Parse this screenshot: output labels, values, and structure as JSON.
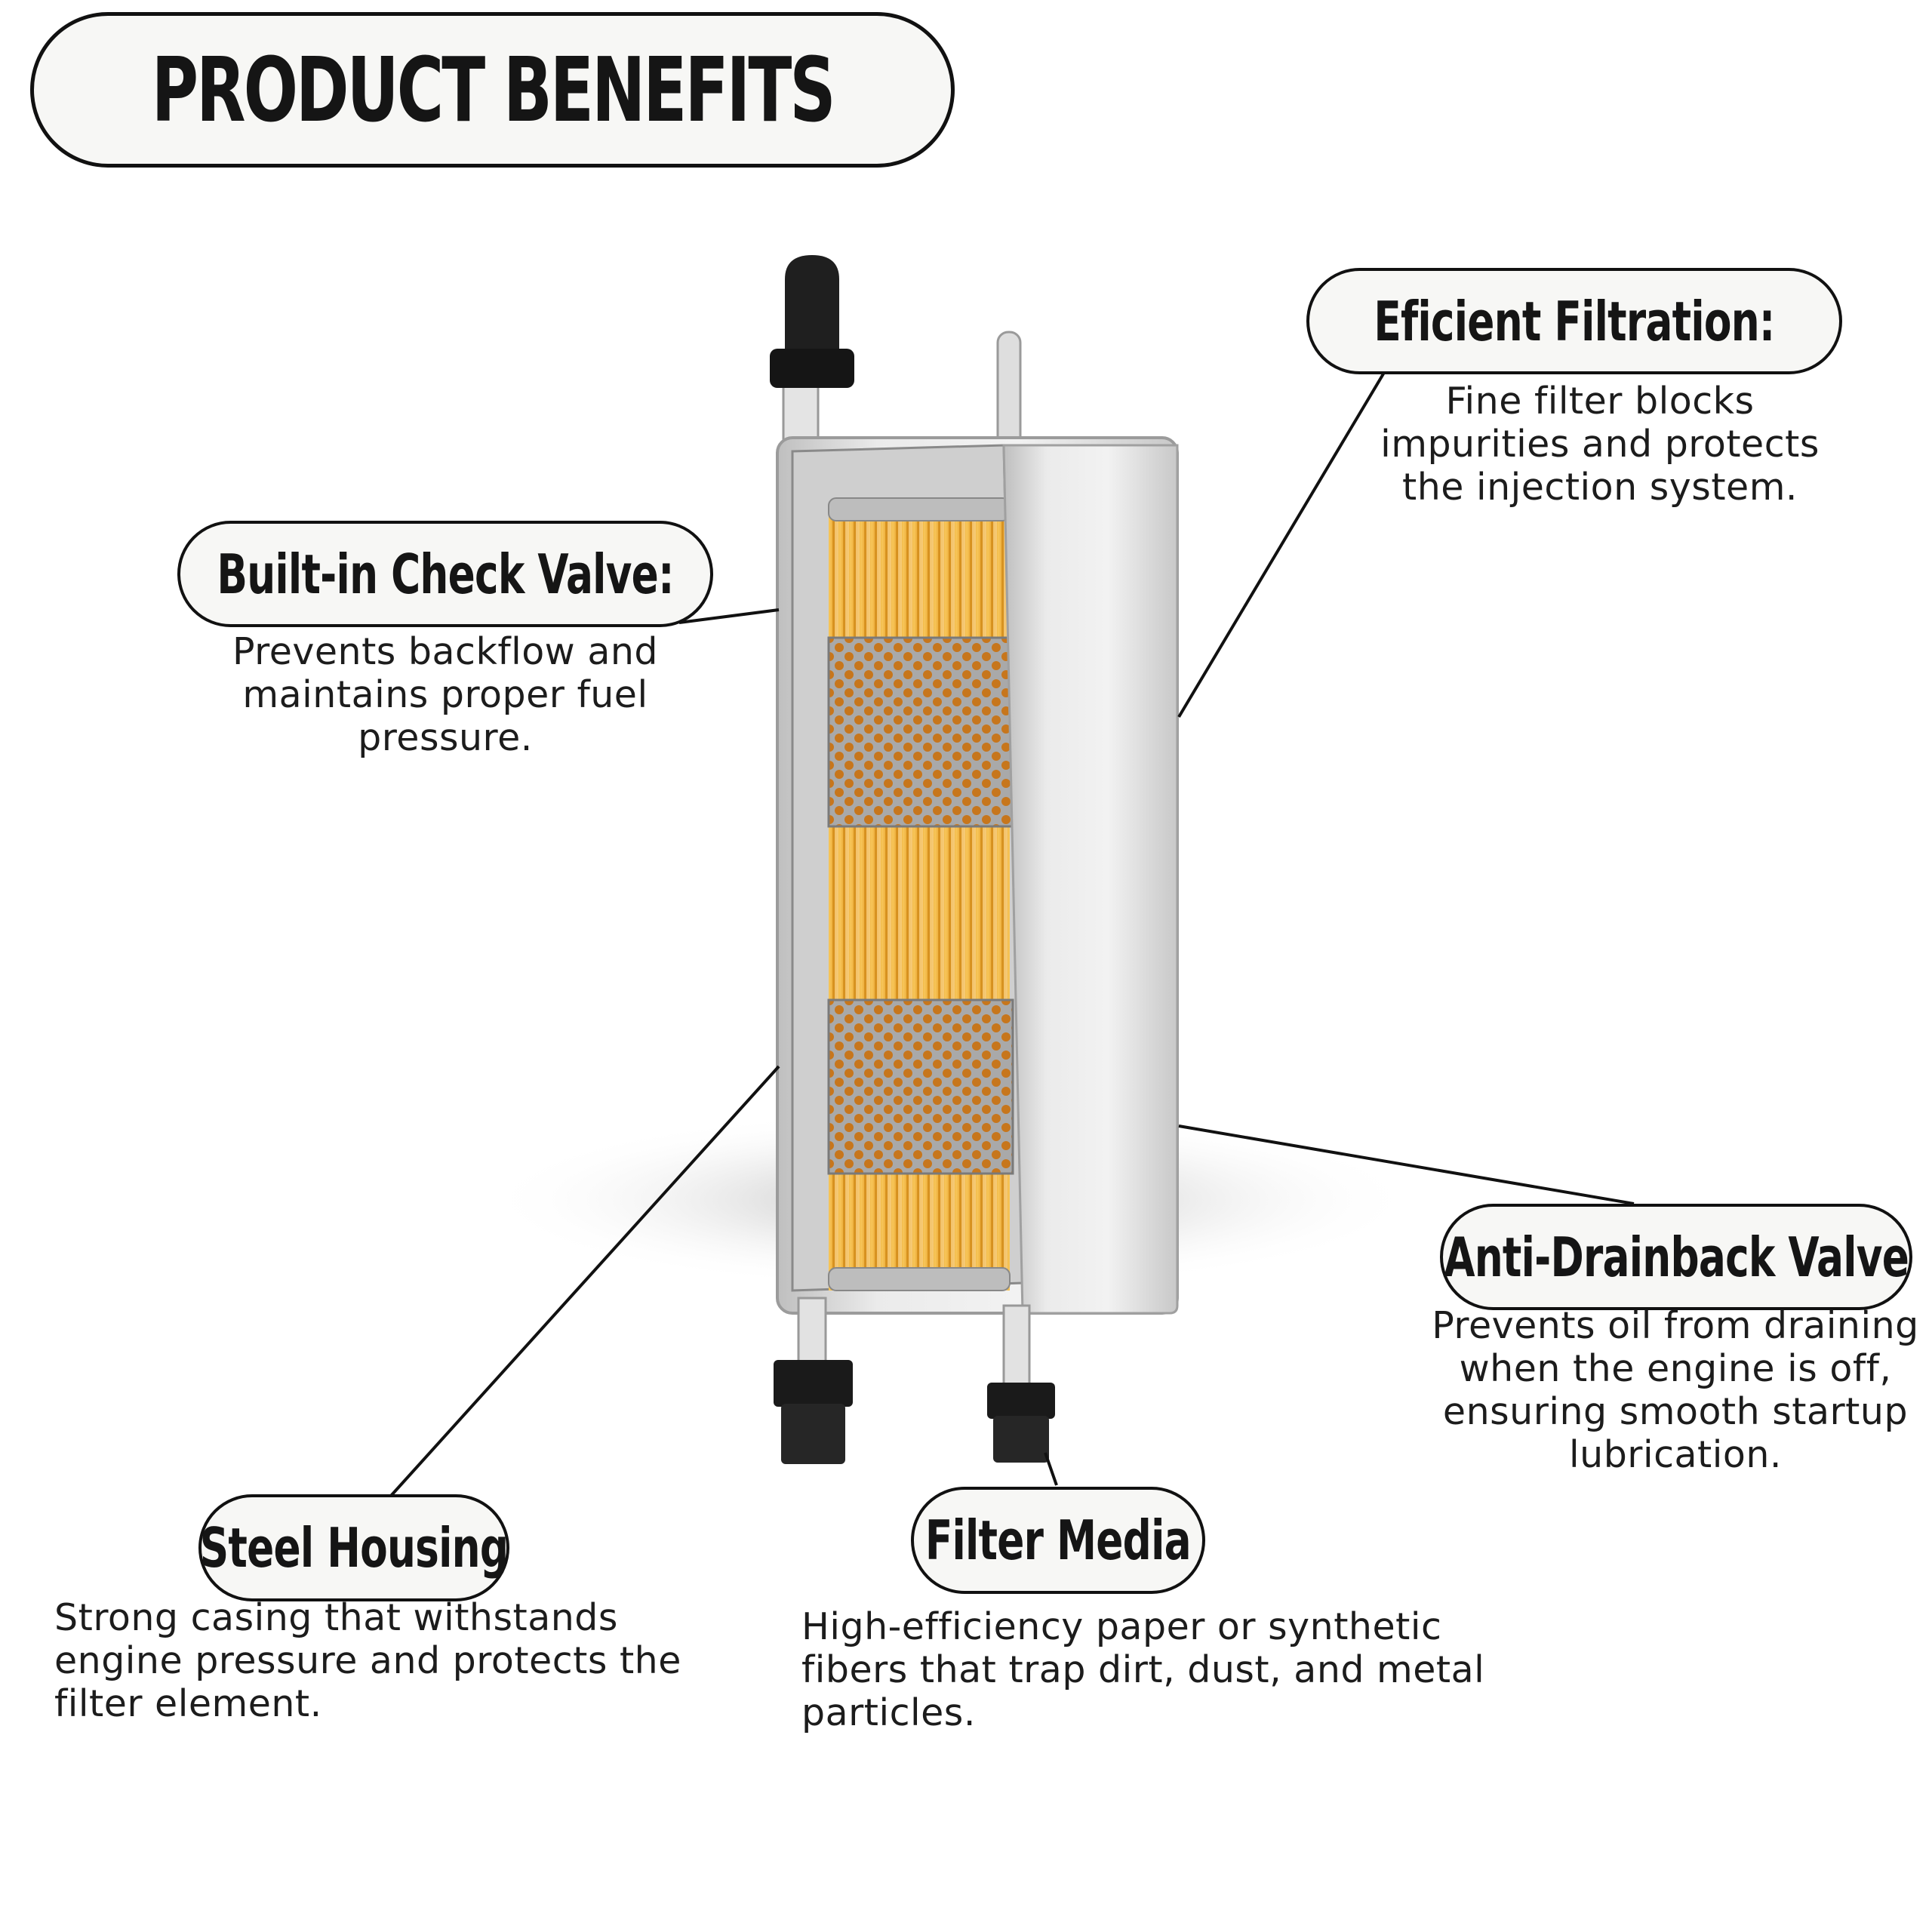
{
  "title": "PRODUCT BENEFITS",
  "callouts": {
    "efficient_filtration": {
      "heading": "Eficient Filtration:",
      "lines": [
        "Fine filter blocks",
        "impurities and protects",
        "the injection system."
      ]
    },
    "check_valve": {
      "heading": "Built-in Check Valve:",
      "lines": [
        "Prevents backflow and",
        "maintains proper fuel",
        "pressure."
      ]
    },
    "anti_drainback": {
      "heading": "Anti-Drainback Valve",
      "lines": [
        "Prevents oil from draining",
        "when the engine is off,",
        "ensuring smooth startup",
        "lubrication."
      ]
    },
    "steel_housing": {
      "heading": "Steel Housing",
      "lines": [
        "Strong casing that withstands",
        "engine pressure and protects the",
        "filter element."
      ]
    },
    "filter_media": {
      "heading": "Filter Media",
      "lines": [
        "High-efficiency paper or synthetic",
        "fibers that trap dirt, dust, and metal",
        "particles."
      ]
    }
  },
  "colors": {
    "outline": "#111111",
    "pill_fill": "#f7f7f5",
    "media_yellow": "#f1b43c",
    "housing_silver": "#d9d9d9",
    "cap_black": "#1e1e1e"
  }
}
